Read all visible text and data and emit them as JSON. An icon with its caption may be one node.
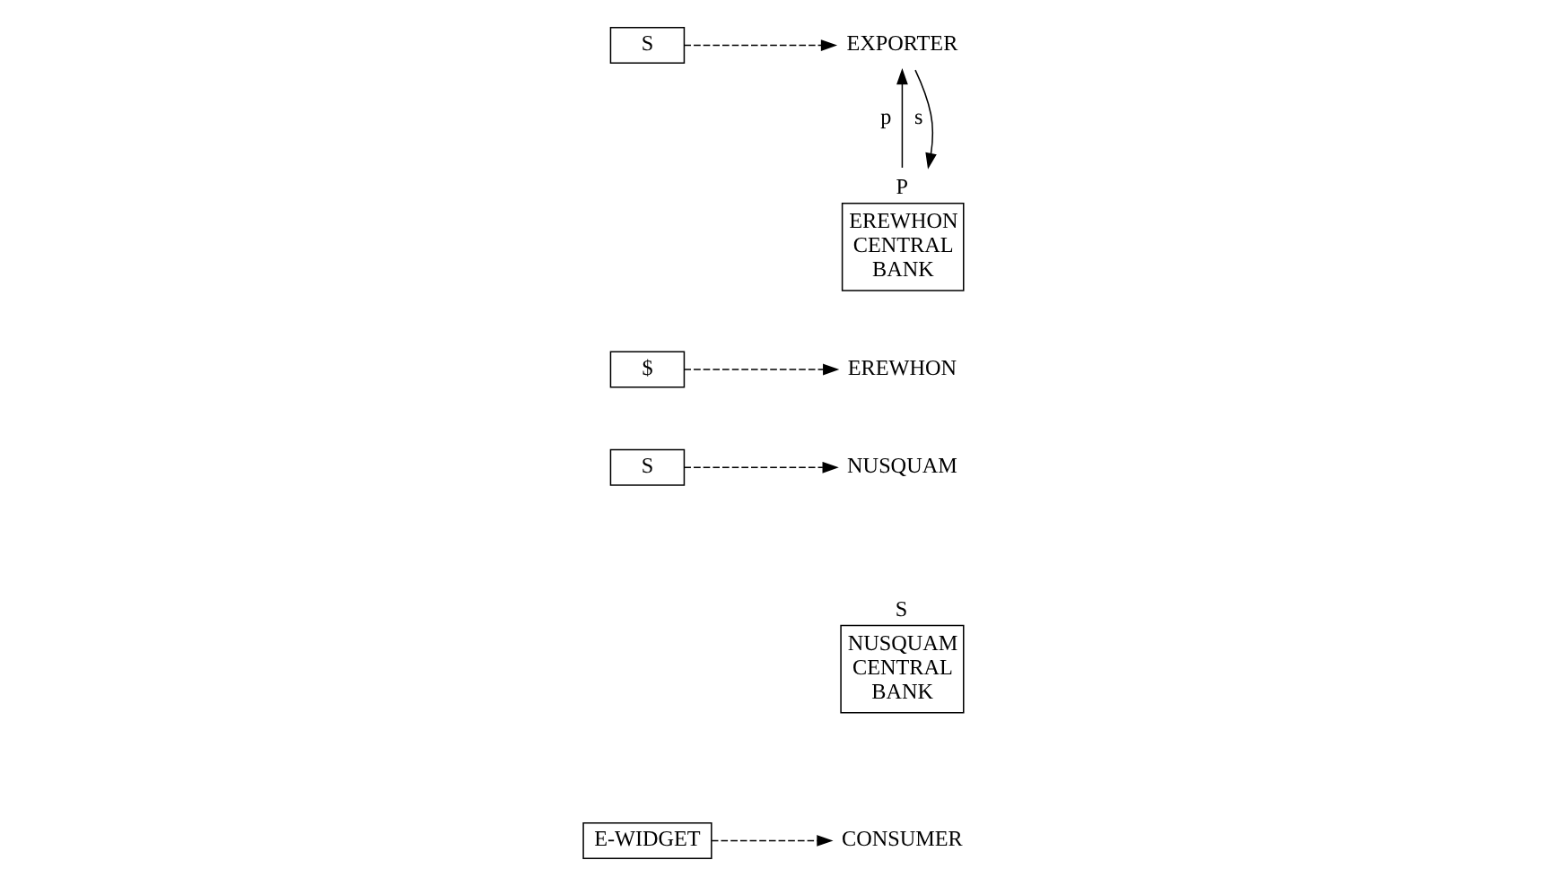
{
  "diagram": {
    "nodes": [
      {
        "text": [
          "NUSQUAM"
        ]
      },
      {
        "text": [
          "EREWHON"
        ]
      },
      {
        "text": [
          "$"
        ]
      },
      {
        "text": [
          "S"
        ]
      },
      {
        "text": [
          "S",
          "NUSQUAM CENTRAL BANK"
        ]
      },
      {
        "text": [
          "P",
          "EREWHON CENTRAL BANK"
        ]
      },
      {
        "text": [
          "CONSUMER"
        ]
      },
      {
        "text": [
          "EXPORTER"
        ]
      },
      {
        "text": [
          "S"
        ]
      },
      {
        "text": [
          "E-WIDGET"
        ]
      }
    ],
    "edges": [
      {
        "from": 2,
        "to": 1,
        "arrow": "to",
        "style": "dashed"
      },
      {
        "from": 3,
        "to": 0,
        "arrow": "to",
        "style": "dashed"
      },
      {
        "from": 7,
        "to": 5,
        "arrow": "to",
        "label": "s"
      },
      {
        "from": 5,
        "to": 7,
        "arrow": "to",
        "label": "p"
      },
      {
        "from": 8,
        "to": 7,
        "arrow": "to",
        "style": "dashed"
      },
      {
        "from": 9,
        "to": 6,
        "arrow": "to",
        "style": "dashed"
      }
    ]
  }
}
